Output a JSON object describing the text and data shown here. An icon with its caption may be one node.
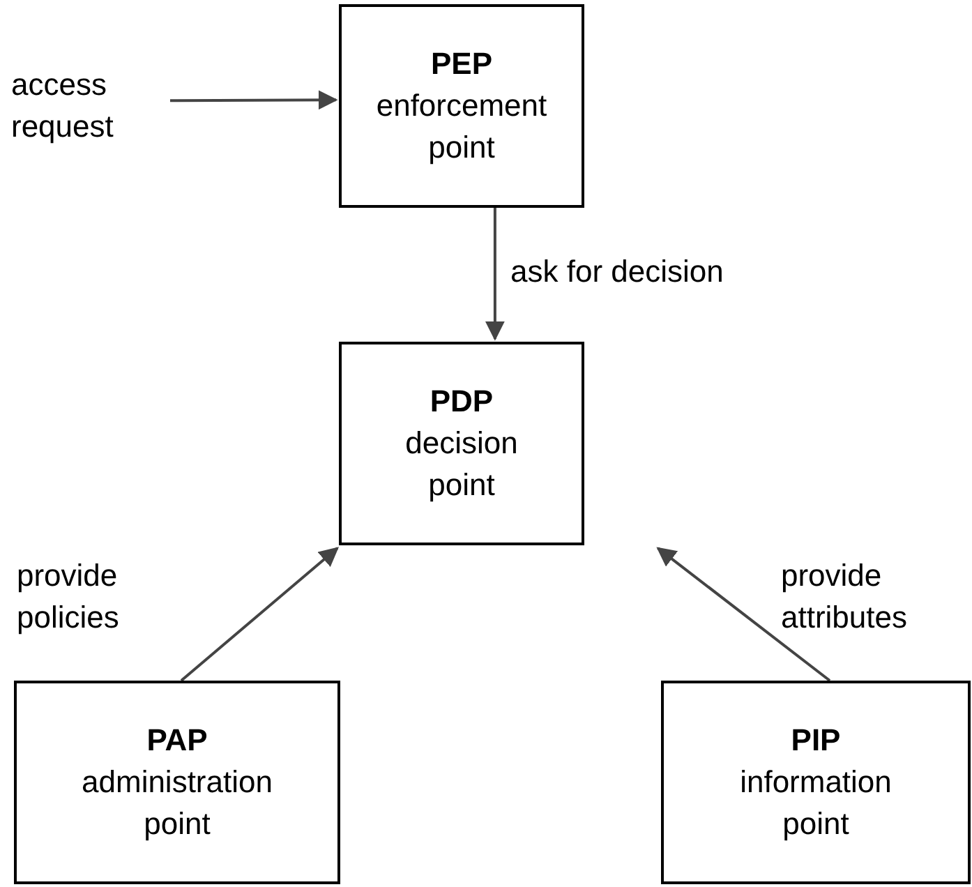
{
  "diagram": {
    "nodes": [
      {
        "text": [
          "access request"
        ]
      },
      {
        "text": [
          "PEP",
          "enforcement point"
        ]
      },
      {
        "text": [
          "PDP",
          "decision point"
        ]
      },
      {
        "text": [
          "PAP",
          "administration point"
        ]
      },
      {
        "text": [
          "PIP",
          "information point"
        ]
      }
    ],
    "edges": [
      {
        "from": 0,
        "to": 1,
        "arrow": "to"
      },
      {
        "from": 1,
        "to": 2,
        "arrow": "to",
        "label": "ask for decision"
      },
      {
        "from": 3,
        "to": 2,
        "arrow": "to",
        "label": "provide policies"
      },
      {
        "from": 4,
        "to": 2,
        "arrow": "to",
        "label": "provide attributes"
      }
    ]
  }
}
